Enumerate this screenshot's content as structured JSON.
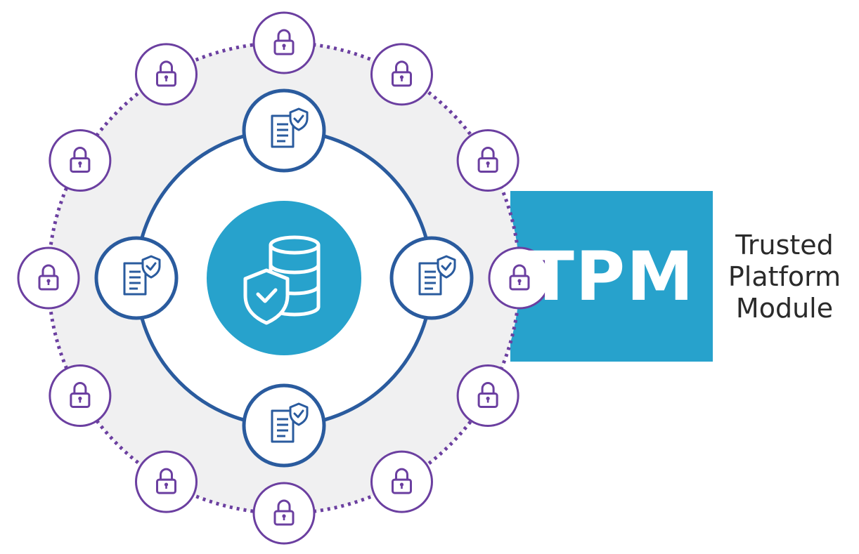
{
  "badge": {
    "acronym": "TPM",
    "caption_lines": [
      "Trusted",
      "Platform",
      "Module"
    ]
  },
  "colors": {
    "outer_ring": "#f0f0f1",
    "dotted_ring": "#6b3fa0",
    "lock_border": "#6b3fa0",
    "doc_ring": "#2a5b9e",
    "center_fill": "#27a2cc",
    "tpm_box": "#27a2cc",
    "caption_text": "#2a2a2a"
  },
  "icons": {
    "center": "database-shield-icon",
    "inner_nodes": [
      "document-shield-icon",
      "document-shield-icon",
      "document-shield-icon",
      "document-shield-icon"
    ],
    "outer_nodes": [
      "lock-icon",
      "lock-icon",
      "lock-icon",
      "lock-icon",
      "lock-icon",
      "lock-icon",
      "lock-icon",
      "lock-icon",
      "lock-icon",
      "lock-icon",
      "lock-icon",
      "lock-icon"
    ]
  }
}
